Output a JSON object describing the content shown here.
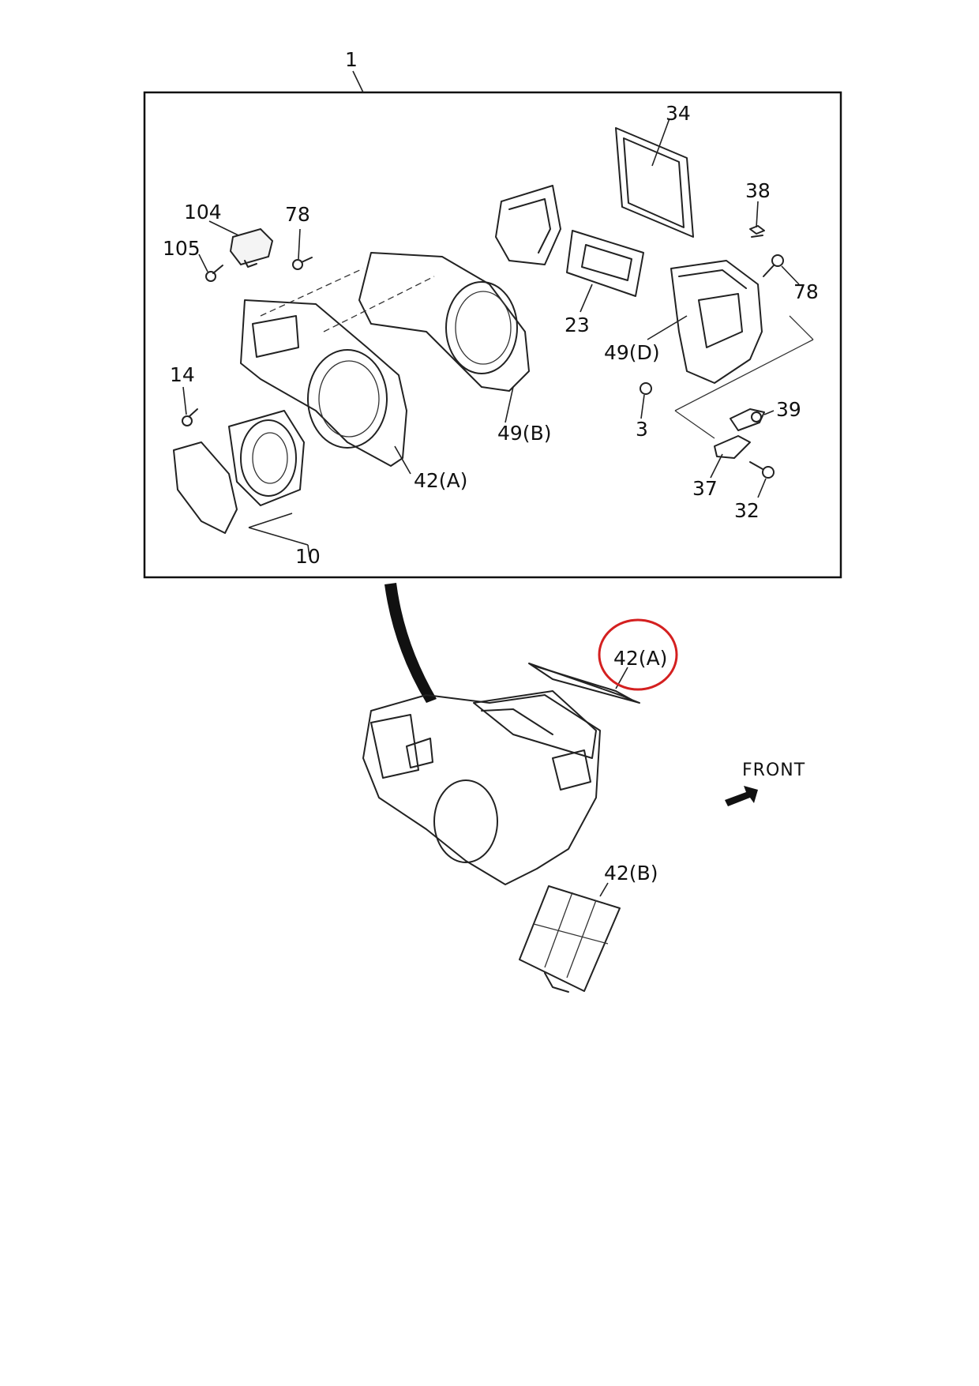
{
  "callouts": {
    "assembly": "1",
    "c34": "34",
    "c38": "38",
    "c104": "104",
    "c78a": "78",
    "c105": "105",
    "c78b": "78",
    "c23": "23",
    "c49d": "49(D)",
    "c14": "14",
    "c49b": "49(B)",
    "c39": "39",
    "c3": "3",
    "c42a_top": "42(A)",
    "c37": "37",
    "c32": "32",
    "c10": "10",
    "c42a_highlight": "42(A)",
    "c42b": "42(B)"
  },
  "direction": {
    "label": "FRONT",
    "icon": "arrow-icon"
  },
  "colors": {
    "line": "#222222",
    "highlight": "#d42020",
    "background": "#ffffff"
  }
}
